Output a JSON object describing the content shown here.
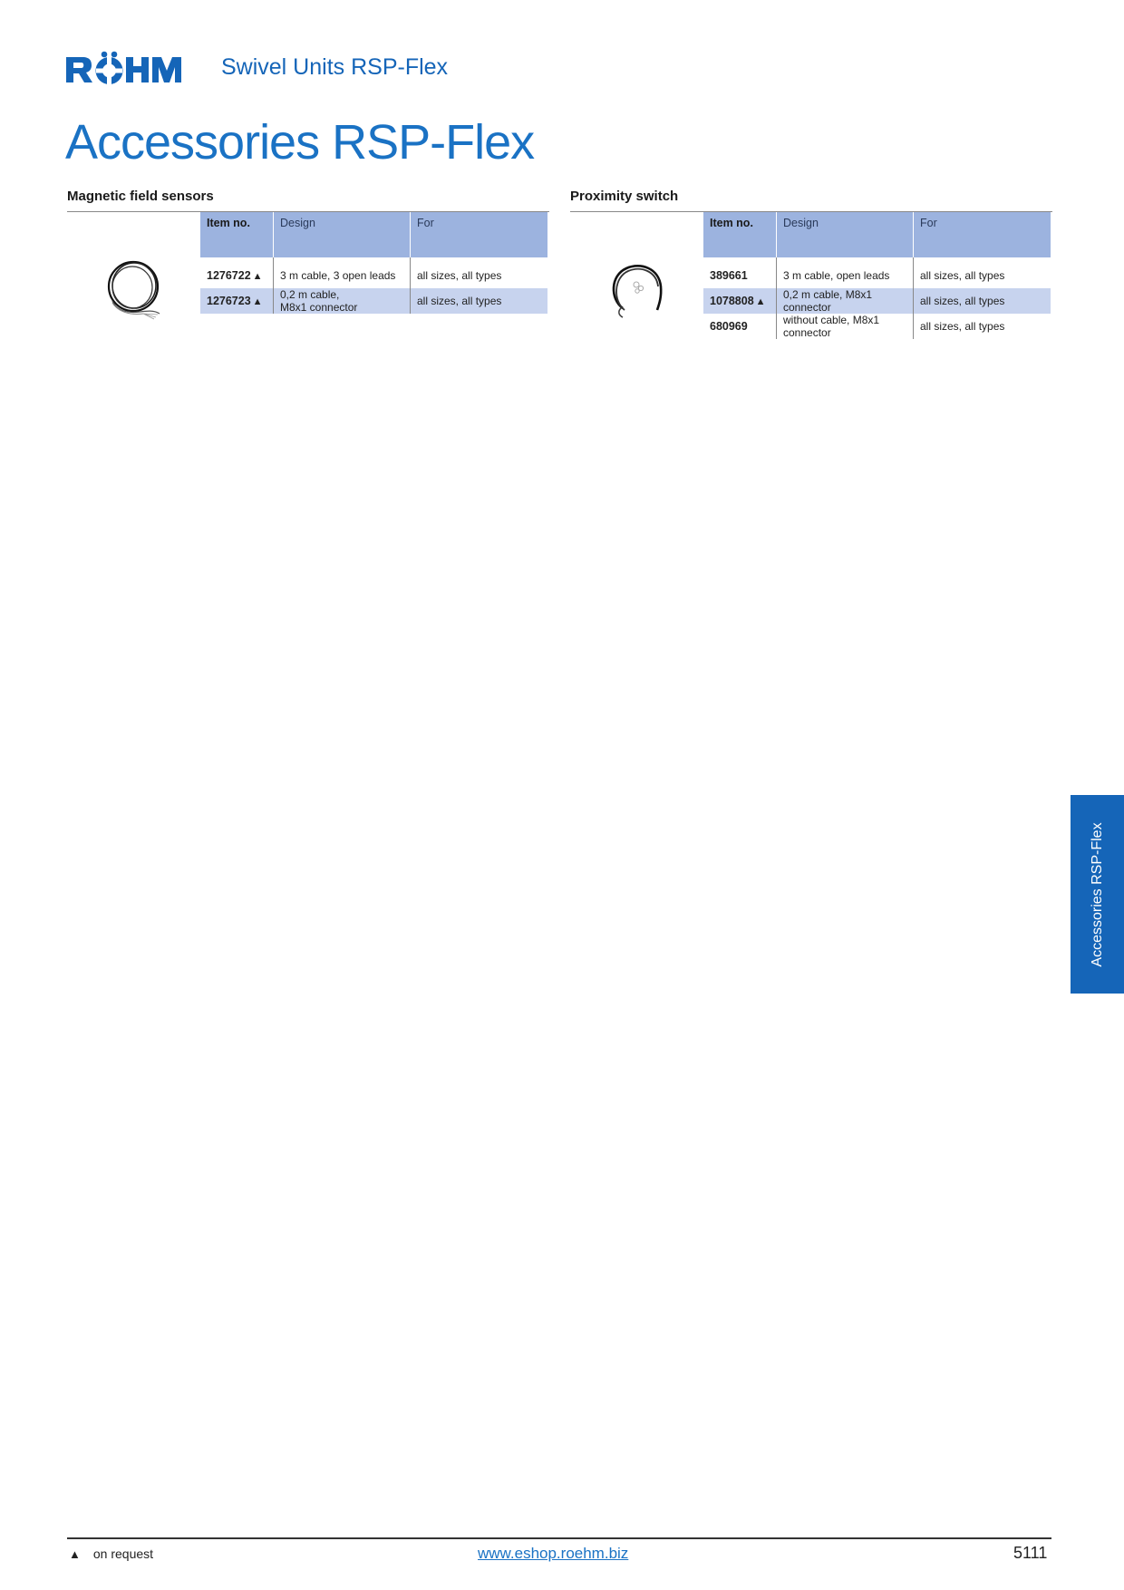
{
  "header": {
    "logo_text": "RÖHM",
    "title": "Swivel Units RSP-Flex"
  },
  "page_title": "Accessories RSP-Flex",
  "colors": {
    "brand": "#1565b8",
    "table_header": "#9cb3df",
    "table_alt_row": "#c7d3ee"
  },
  "sections": [
    {
      "heading": "Magnetic field sensors",
      "image_icon": "cable-coil-icon",
      "columns": [
        "Item no.",
        "Design",
        "For"
      ],
      "rows": [
        {
          "item": "1276722",
          "marker": "▲",
          "design": "3 m cable, 3 open leads",
          "for": "all sizes, all types"
        },
        {
          "item": "1276723",
          "marker": "▲",
          "design_l1": "0,2 m cable,",
          "design_l2": "M8x1 connector",
          "for": "all sizes, all types"
        }
      ]
    },
    {
      "heading": "Proximity switch",
      "image_icon": "cable-coil-icon",
      "columns": [
        "Item no.",
        "Design",
        "For"
      ],
      "rows": [
        {
          "item": "389661",
          "marker": "",
          "design": "3 m cable, open leads",
          "for": "all sizes, all types"
        },
        {
          "item": "1078808",
          "marker": "▲",
          "design_l1": "0,2 m cable, M8x1",
          "design_l2": "connector",
          "for": "all sizes, all types"
        },
        {
          "item": "680969",
          "marker": "",
          "design_l1": "without cable, M8x1",
          "design_l2": "connector",
          "for": "all sizes, all types"
        }
      ]
    }
  ],
  "side_tab": "Accessories RSP-Flex",
  "footer": {
    "note_marker": "▲",
    "note": "on request",
    "link": "www.eshop.roehm.biz",
    "page_number": "5111"
  }
}
